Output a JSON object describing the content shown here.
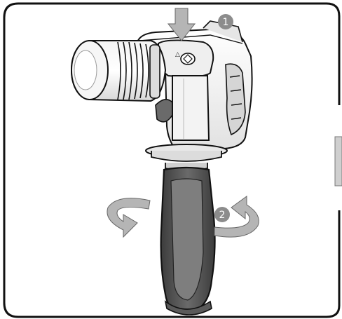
{
  "steps": [
    {
      "label": "1",
      "action": "press-button"
    },
    {
      "label": "2",
      "action": "rotate-handle"
    }
  ],
  "tool_markings": {
    "icon_symbol": "△"
  },
  "colors": {
    "outline": "#111111",
    "body_light": "#e9e9e9",
    "body_mid": "#cfcfcf",
    "grip_dark": "#4a4a4a",
    "grip_light": "#8a8a8a",
    "arrow": "#b5b5b5",
    "badge": "#8c8c8c"
  },
  "icons": [
    "press-arrow-icon",
    "rotate-arrow-icon",
    "side-tab-icon"
  ]
}
